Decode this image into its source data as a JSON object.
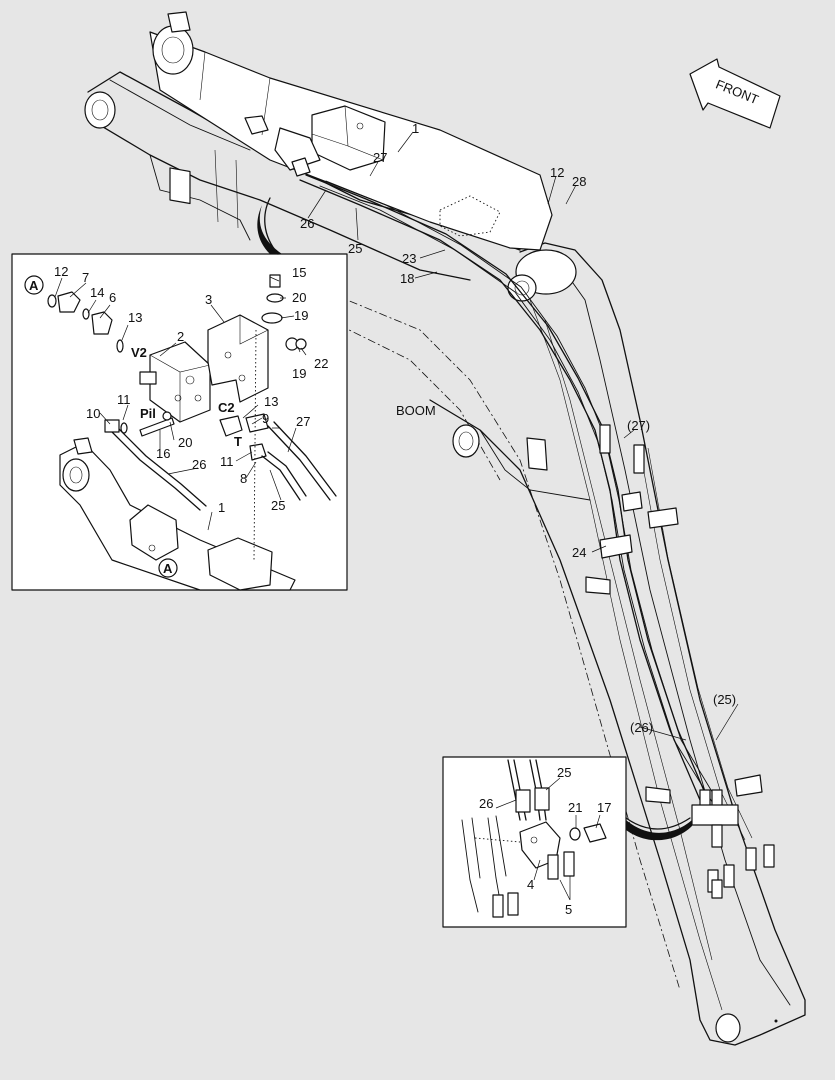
{
  "front_label": "FRONT",
  "boom_label": "BOOM",
  "detail_marker": "A",
  "main_callouts": {
    "c1": "1",
    "c27": "27",
    "c26": "26",
    "c25": "25",
    "c12": "12",
    "c28": "28",
    "c23": "23",
    "c18": "18",
    "c27p": "(27)",
    "c24": "24",
    "c25p": "(25)",
    "c26p": "(26)"
  },
  "inset_left": {
    "c12": "12",
    "c7": "7",
    "c14": "14",
    "c6": "6",
    "c13": "13",
    "c2": "2",
    "c3": "3",
    "c15": "15",
    "c20": "20",
    "c19a": "19",
    "c19b": "19",
    "c22": "22",
    "c13b": "13",
    "c9": "9",
    "c27": "27",
    "c10": "10",
    "c11": "11",
    "c20b": "20",
    "c16": "16",
    "c11b": "11",
    "c8": "8",
    "c26": "26",
    "c25": "25",
    "c1": "1",
    "port_v2": "V2",
    "port_pil": "Pil",
    "port_c2": "C2",
    "port_t": "T"
  },
  "inset_right": {
    "c25": "25",
    "c26": "26",
    "c21": "21",
    "c17": "17",
    "c4": "4",
    "c5": "5"
  }
}
